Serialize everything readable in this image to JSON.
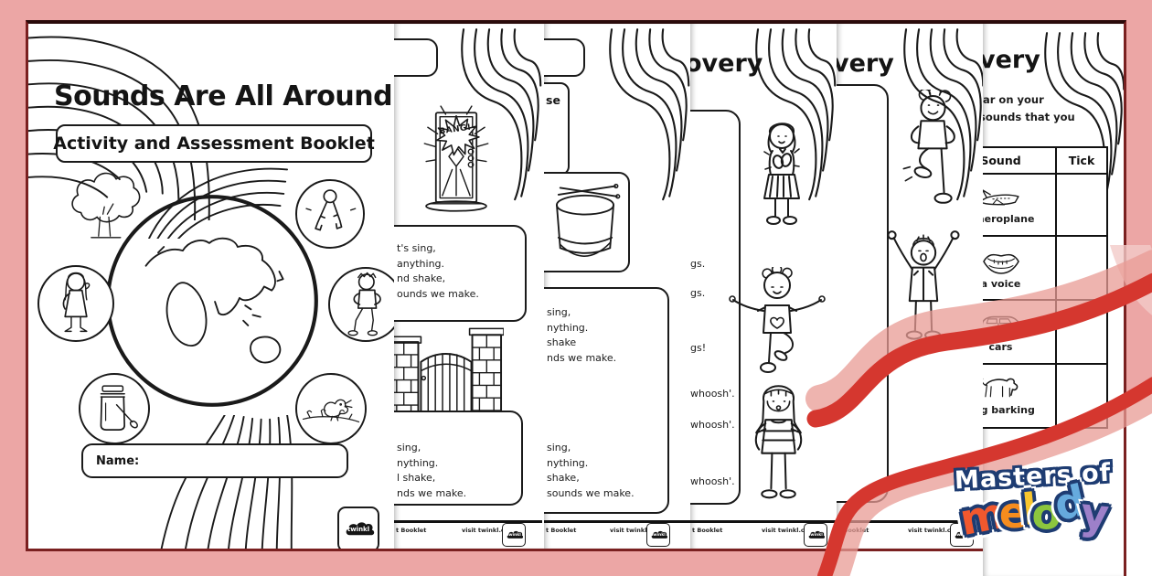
{
  "canvas": {
    "background": "#eca6a5"
  },
  "brand": {
    "name": "twinkl",
    "visit": "visit twinkl.com",
    "booklet_fragment": "t Booklet"
  },
  "cover": {
    "title": "Sounds Are All Around",
    "subtitle": "Activity and Assessment Booklet",
    "name_label": "Name:"
  },
  "song_page_1": {
    "bang": "BANG!",
    "verse1": [
      "t's sing,",
      "anything.",
      "nd shake,",
      "ounds we make."
    ],
    "verse2": [
      "sing,",
      "nything.",
      "l shake,",
      "nds we make."
    ]
  },
  "song_page_2": {
    "heading_fragment": "se",
    "verse1": [
      "sing,",
      "nything.",
      "shake",
      "nds we make."
    ],
    "verse2": [
      "sing,",
      "nything.",
      "shake,",
      "sounds we make."
    ]
  },
  "discovery_page_1": {
    "title_fragment": "overy",
    "fragments": [
      "gs.",
      "gs.",
      "gs!",
      "whoosh'.",
      "whoosh'.",
      "whoosh'."
    ]
  },
  "discovery_page_2": {
    "title_fragment": "very"
  },
  "tick_page": {
    "title_fragment": "very",
    "intro_line1": "ar on your",
    "intro_line2": "sounds that you",
    "table": {
      "col1": "Sound",
      "col2": "Tick",
      "rows": [
        {
          "label": "n aeroplane"
        },
        {
          "label": "a voice"
        },
        {
          "label": "cars"
        },
        {
          "label": "dog barking"
        }
      ]
    }
  },
  "logo": {
    "top": "Masters of",
    "melody_letters": [
      {
        "ch": "m",
        "color": "#f1582e"
      },
      {
        "ch": "e",
        "color": "#f68c1e"
      },
      {
        "ch": "l",
        "color": "#f8c62f"
      },
      {
        "ch": "o",
        "color": "#8cc63e"
      },
      {
        "ch": "d",
        "color": "#66aadd"
      },
      {
        "ch": "y",
        "color": "#9d80c9"
      }
    ],
    "outline": "#1e3c72"
  },
  "decor": {
    "ribbon_red": "#d5372f",
    "ribbon_light": "#e89b94",
    "page_edge": "#7a2020"
  }
}
